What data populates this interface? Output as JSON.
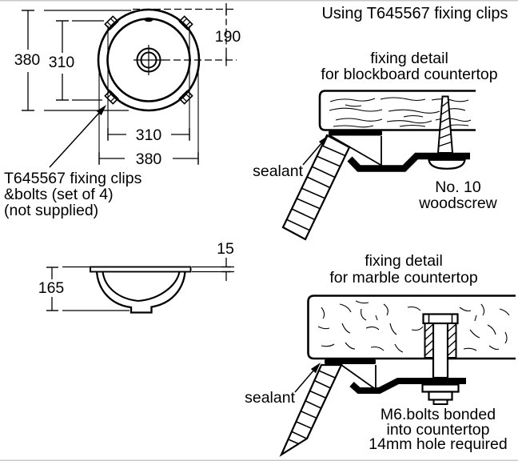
{
  "page": {
    "background": "#ffffff",
    "ink_color": "#000000",
    "border_color": "#c9c9c9"
  },
  "plan_view": {
    "dim_overall_width": "380",
    "dim_bowl_width": "310",
    "dim_center_offset": "190",
    "dim_bottom_bowl": "310",
    "dim_bottom_overall": "380",
    "clips_note_line1": "T645567 fixing clips",
    "clips_note_line2": "&bolts (set of 4)",
    "clips_note_line3": "(not supplied)"
  },
  "side_view": {
    "dim_depth": "165",
    "dim_rim_thickness": "15"
  },
  "blockboard_detail": {
    "heading": "Using T645567 fixing clips",
    "title_line1": "fixing detail",
    "title_line2": "for blockboard countertop",
    "sealant_label": "sealant",
    "screw_label_line1": "No. 10",
    "screw_label_line2": "woodscrew"
  },
  "marble_detail": {
    "title_line1": "fixing detail",
    "title_line2": "for marble countertop",
    "sealant_label": "sealant",
    "bolt_note_line1": "M6.bolts bonded",
    "bolt_note_line2": "into countertop",
    "bolt_note_line3": "14mm hole required"
  }
}
